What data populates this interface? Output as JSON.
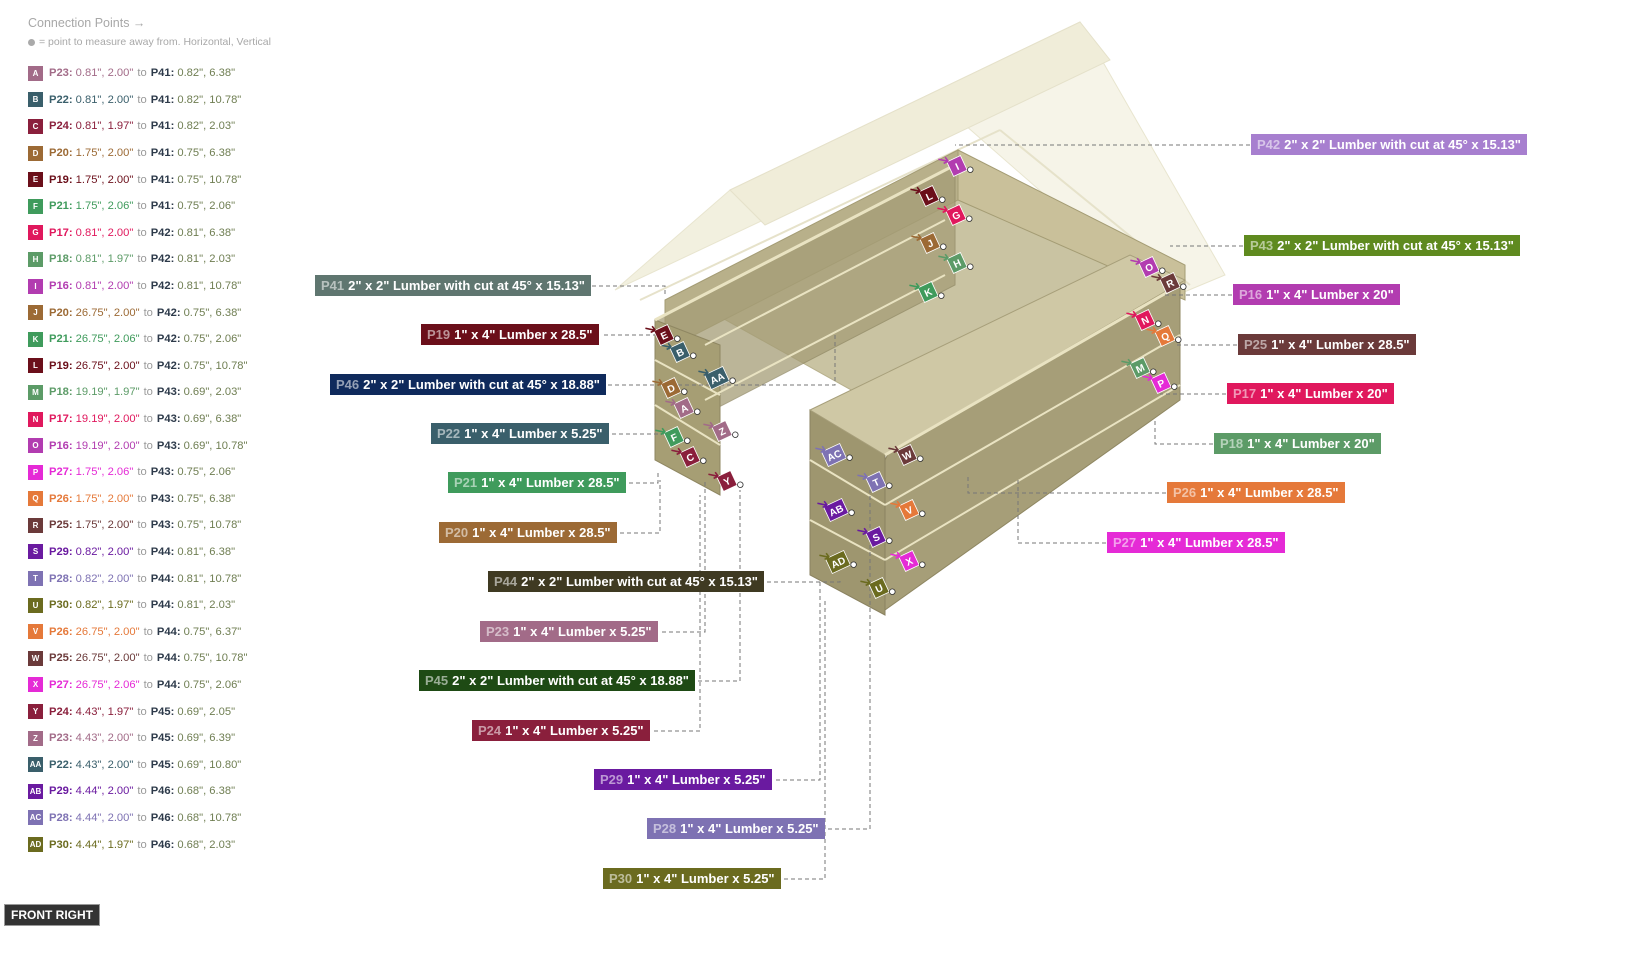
{
  "legend": {
    "title": "Connection Points →",
    "note": "= point to measure away from. Horizontal, Vertical",
    "items": [
      {
        "code": "A",
        "a": "P23:",
        "av": "0.81\", 2.00\"",
        "b": "P41:",
        "bv": "0.82\", 6.38\"",
        "color": "#a26b88"
      },
      {
        "code": "B",
        "a": "P22:",
        "av": "0.81\", 2.00\"",
        "b": "P41:",
        "bv": "0.82\", 10.78\"",
        "color": "#3a5f6b"
      },
      {
        "code": "C",
        "a": "P24:",
        "av": "0.81\", 1.97\"",
        "b": "P41:",
        "bv": "0.82\", 2.03\"",
        "color": "#8a1f3c"
      },
      {
        "code": "D",
        "a": "P20:",
        "av": "1.75\", 2.00\"",
        "b": "P41:",
        "bv": "0.75\", 6.38\"",
        "color": "#9c6a35"
      },
      {
        "code": "E",
        "a": "P19:",
        "av": "1.75\", 2.00\"",
        "b": "P41:",
        "bv": "0.75\", 10.78\"",
        "color": "#6b0f1a"
      },
      {
        "code": "F",
        "a": "P21:",
        "av": "1.75\", 2.06\"",
        "b": "P41:",
        "bv": "0.75\", 2.06\"",
        "color": "#3f9b5c"
      },
      {
        "code": "G",
        "a": "P17:",
        "av": "0.81\", 2.00\"",
        "b": "P42:",
        "bv": "0.81\", 6.38\"",
        "color": "#e0185d"
      },
      {
        "code": "H",
        "a": "P18:",
        "av": "0.81\", 1.97\"",
        "b": "P42:",
        "bv": "0.81\", 2.03\"",
        "color": "#5c9b67"
      },
      {
        "code": "I",
        "a": "P16:",
        "av": "0.81\", 2.00\"",
        "b": "P42:",
        "bv": "0.81\", 10.78\"",
        "color": "#b23cb0"
      },
      {
        "code": "J",
        "a": "P20:",
        "av": "26.75\", 2.00\"",
        "b": "P42:",
        "bv": "0.75\", 6.38\"",
        "color": "#9c6a35"
      },
      {
        "code": "K",
        "a": "P21:",
        "av": "26.75\", 2.06\"",
        "b": "P42:",
        "bv": "0.75\", 2.06\"",
        "color": "#3f9b5c"
      },
      {
        "code": "L",
        "a": "P19:",
        "av": "26.75\", 2.00\"",
        "b": "P42:",
        "bv": "0.75\", 10.78\"",
        "color": "#6b0f1a"
      },
      {
        "code": "M",
        "a": "P18:",
        "av": "19.19\", 1.97\"",
        "b": "P43:",
        "bv": "0.69\", 2.03\"",
        "color": "#5c9b67"
      },
      {
        "code": "N",
        "a": "P17:",
        "av": "19.19\", 2.00\"",
        "b": "P43:",
        "bv": "0.69\", 6.38\"",
        "color": "#e0185d"
      },
      {
        "code": "O",
        "a": "P16:",
        "av": "19.19\", 2.00\"",
        "b": "P43:",
        "bv": "0.69\", 10.78\"",
        "color": "#b23cb0"
      },
      {
        "code": "P",
        "a": "P27:",
        "av": "1.75\", 2.06\"",
        "b": "P43:",
        "bv": "0.75\", 2.06\"",
        "color": "#e52ad6"
      },
      {
        "code": "Q",
        "a": "P26:",
        "av": "1.75\", 2.00\"",
        "b": "P43:",
        "bv": "0.75\", 6.38\"",
        "color": "#e5793a"
      },
      {
        "code": "R",
        "a": "P25:",
        "av": "1.75\", 2.00\"",
        "b": "P43:",
        "bv": "0.75\", 10.78\"",
        "color": "#6b3a3a"
      },
      {
        "code": "S",
        "a": "P29:",
        "av": "0.82\", 2.00\"",
        "b": "P44:",
        "bv": "0.81\", 6.38\"",
        "color": "#6a1aa0"
      },
      {
        "code": "T",
        "a": "P28:",
        "av": "0.82\", 2.00\"",
        "b": "P44:",
        "bv": "0.81\", 10.78\"",
        "color": "#7e72b3"
      },
      {
        "code": "U",
        "a": "P30:",
        "av": "0.82\", 1.97\"",
        "b": "P44:",
        "bv": "0.81\", 2.03\"",
        "color": "#6b6b1f"
      },
      {
        "code": "V",
        "a": "P26:",
        "av": "26.75\", 2.00\"",
        "b": "P44:",
        "bv": "0.75\", 6.37\"",
        "color": "#e5793a"
      },
      {
        "code": "W",
        "a": "P25:",
        "av": "26.75\", 2.00\"",
        "b": "P44:",
        "bv": "0.75\", 10.78\"",
        "color": "#6b3a3a"
      },
      {
        "code": "X",
        "a": "P27:",
        "av": "26.75\", 2.06\"",
        "b": "P44:",
        "bv": "0.75\", 2.06\"",
        "color": "#e52ad6"
      },
      {
        "code": "Y",
        "a": "P24:",
        "av": "4.43\", 1.97\"",
        "b": "P45:",
        "bv": "0.69\", 2.05\"",
        "color": "#8a1f3c"
      },
      {
        "code": "Z",
        "a": "P23:",
        "av": "4.43\", 2.00\"",
        "b": "P45:",
        "bv": "0.69\", 6.39\"",
        "color": "#a26b88"
      },
      {
        "code": "AA",
        "a": "P22:",
        "av": "4.43\", 2.00\"",
        "b": "P45:",
        "bv": "0.69\", 10.80\"",
        "color": "#3a5f6b"
      },
      {
        "code": "AB",
        "a": "P29:",
        "av": "4.44\", 2.00\"",
        "b": "P46:",
        "bv": "0.68\", 6.38\"",
        "color": "#6a1aa0"
      },
      {
        "code": "AC",
        "a": "P28:",
        "av": "4.44\", 2.00\"",
        "b": "P46:",
        "bv": "0.68\", 10.78\"",
        "color": "#7e72b3"
      },
      {
        "code": "AD",
        "a": "P30:",
        "av": "4.44\", 1.97\"",
        "b": "P46:",
        "bv": "0.68\", 2.03\"",
        "color": "#6b6b1f"
      }
    ]
  },
  "callouts": [
    {
      "id": "P42",
      "text": "2\" x 2\" Lumber with cut at 45° x 15.13\"",
      "color": "#a77fcf"
    },
    {
      "id": "P43",
      "text": "2\" x 2\" Lumber with cut at 45° x 15.13\"",
      "color": "#5f8a1f"
    },
    {
      "id": "P41",
      "text": "2\" x 2\" Lumber with cut at 45° x 15.13\"",
      "color": "#5f7670"
    },
    {
      "id": "P16",
      "text": "1\" x 4\" Lumber  x 20\"",
      "color": "#b23cb0"
    },
    {
      "id": "P19",
      "text": "1\" x 4\" Lumber  x 28.5\"",
      "color": "#6b0f1a"
    },
    {
      "id": "P25",
      "text": "1\" x 4\" Lumber  x 28.5\"",
      "color": "#6b3a3a"
    },
    {
      "id": "P46",
      "text": "2\" x 2\" Lumber with cut at 45° x 18.88\"",
      "color": "#0f2a5c"
    },
    {
      "id": "P17",
      "text": "1\" x 4\" Lumber  x 20\"",
      "color": "#e0185d"
    },
    {
      "id": "P22",
      "text": "1\" x 4\" Lumber  x 5.25\"",
      "color": "#3a5f6b"
    },
    {
      "id": "P18",
      "text": "1\" x 4\" Lumber  x 20\"",
      "color": "#5c9b67"
    },
    {
      "id": "P21",
      "text": "1\" x 4\" Lumber  x 28.5\"",
      "color": "#3f9b5c"
    },
    {
      "id": "P26",
      "text": "1\" x 4\" Lumber  x 28.5\"",
      "color": "#e5793a"
    },
    {
      "id": "P20",
      "text": "1\" x 4\" Lumber  x 28.5\"",
      "color": "#9c6a35"
    },
    {
      "id": "P27",
      "text": "1\" x 4\" Lumber  x 28.5\"",
      "color": "#e52ad6"
    },
    {
      "id": "P44",
      "text": "2\" x 2\" Lumber with cut at 45° x 15.13\"",
      "color": "#3f3a22"
    },
    {
      "id": "P23",
      "text": "1\" x 4\" Lumber  x 5.25\"",
      "color": "#a26b88"
    },
    {
      "id": "P45",
      "text": "2\" x 2\" Lumber with cut at 45° x 18.88\"",
      "color": "#1e4a14"
    },
    {
      "id": "P24",
      "text": "1\" x 4\" Lumber  x 5.25\"",
      "color": "#8a1f3c"
    },
    {
      "id": "P29",
      "text": "1\" x 4\" Lumber  x 5.25\"",
      "color": "#6a1aa0"
    },
    {
      "id": "P28",
      "text": "1\" x 4\" Lumber  x 5.25\"",
      "color": "#7e72b3"
    },
    {
      "id": "P30",
      "text": "1\" x 4\" Lumber  x 5.25\"",
      "color": "#6b6b1f"
    }
  ],
  "view_label": "FRONT RIGHT"
}
